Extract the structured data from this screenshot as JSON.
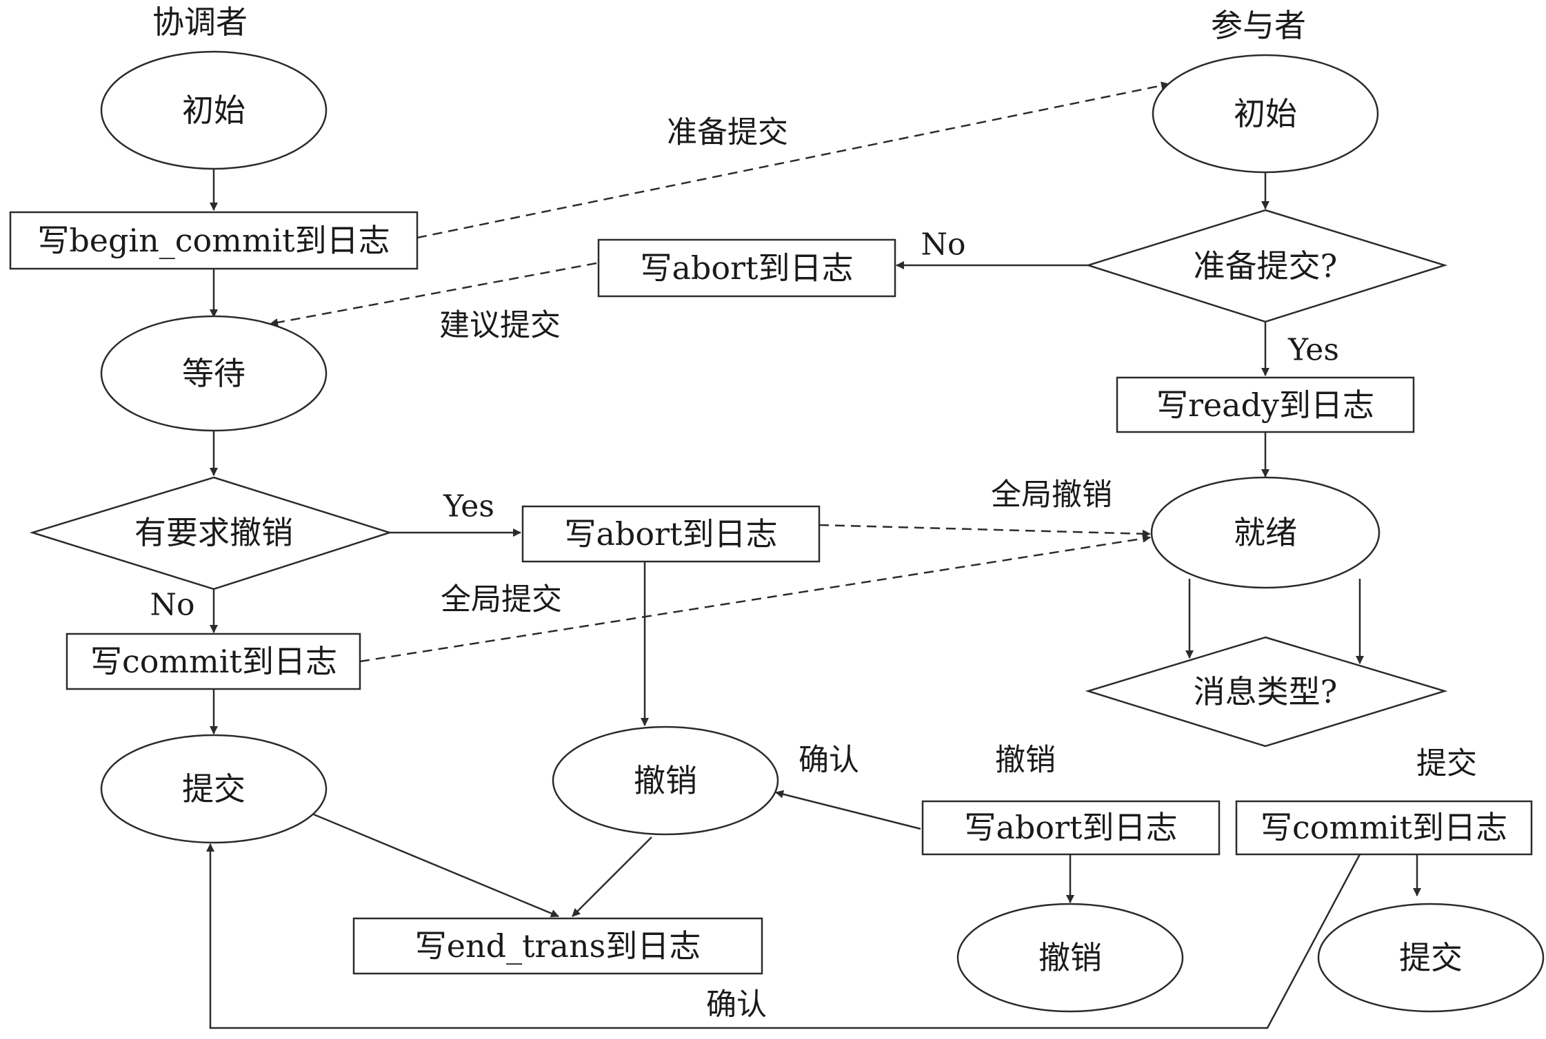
{
  "headers": {
    "coordinator": "协调者",
    "participant": "参与者"
  },
  "nodes": {
    "c_init": "初始",
    "c_write_begin": "写begin_commit到日志",
    "c_wait": "等待",
    "c_decision": "有要求撤销",
    "c_write_abort": "写abort到日志",
    "c_write_commit": "写commit到日志",
    "c_commit": "提交",
    "c_abort": "撤销",
    "c_write_end": "写end_trans到日志",
    "p_init": "初始",
    "p_decision_prepare": "准备提交?",
    "p_write_abort_top": "写abort到日志",
    "p_write_ready": "写ready到日志",
    "p_ready": "就绪",
    "p_decision_msg": "消息类型?",
    "p_write_abort": "写abort到日志",
    "p_write_commit": "写commit到日志",
    "p_abort": "撤销",
    "p_commit": "提交"
  },
  "edge_labels": {
    "prepare": "准备提交",
    "vote_commit": "建议提交",
    "no_top": "No",
    "yes_right": "Yes",
    "yes_left": "Yes",
    "no_left": "No",
    "global_abort": "全局撤销",
    "global_commit": "全局提交",
    "ack_abort": "确认",
    "ack_commit": "确认",
    "abort_branch": "撤销",
    "commit_branch": "提交"
  }
}
